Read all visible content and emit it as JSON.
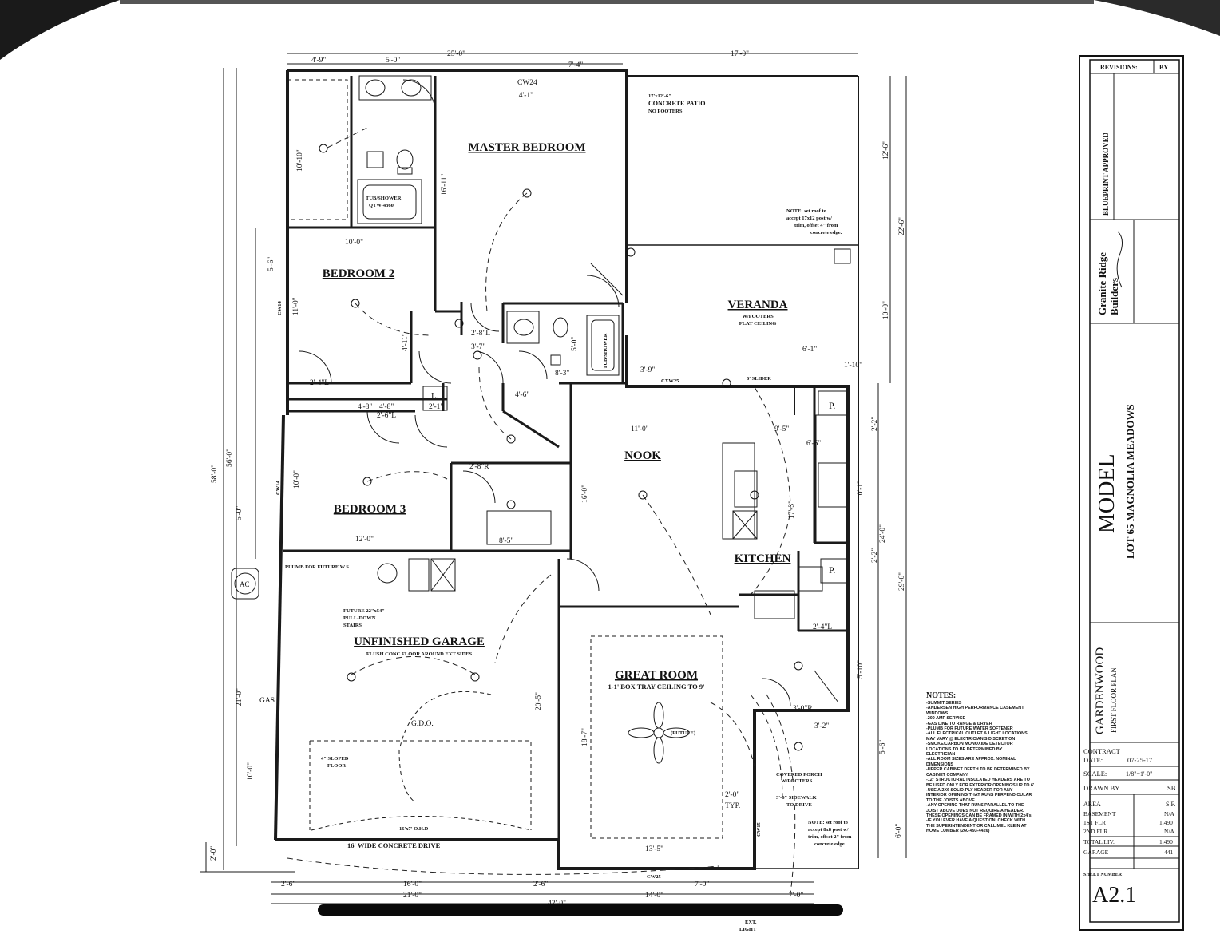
{
  "rooms": {
    "master_bedroom": "MASTER BEDROOM",
    "bedroom2": "BEDROOM 2",
    "bedroom3": "BEDROOM 3",
    "veranda": "VERANDA",
    "veranda_sub1": "W/FOOTERS",
    "veranda_sub2": "FLAT CEILING",
    "nook": "NOOK",
    "kitchen": "KITCHEN",
    "garage": "UNFINISHED GARAGE",
    "garage_sub": "FLUSH CONC FLOOR AROUND EXT SIDES",
    "great_room": "GREAT ROOM",
    "great_room_sub": "1-1' BOX TRAY CEILING TO 9'"
  },
  "labels": {
    "patio1": "17'x12'-6\"",
    "patio2": "CONCRETE PATIO",
    "patio3": "NO FOOTERS",
    "note_veranda1": "NOTE: set roof to",
    "note_veranda2": "accept 17x12 post w/",
    "note_veranda3": "trim, offset 4\" from",
    "note_veranda4": "concrete edge.",
    "cw24": "CW24",
    "cw14a": "CW14",
    "cw14b": "CW14",
    "cw25a": "CXW25",
    "cw25b": "CW25",
    "cw15": "CW15",
    "tub1": "TUB/SHOWER",
    "tub1b": "QTW-4360",
    "tub2": "TUB/SHOWER",
    "slider": "6' SLIDER",
    "gdo": "G.D.O.",
    "gdo_door": "16'x7' O.H.D",
    "drive": "16' WIDE CONCRETE DRIVE",
    "sloped1": "4\" SLOPED",
    "sloped2": "FLOOR",
    "future_stairs1": "FUTURE 22\"x54\"",
    "future_stairs2": "PULL-DOWN",
    "future_stairs3": "STAIRS",
    "future_fan": "(FUTURE)",
    "covered_porch1": "COVERED PORCH",
    "covered_porch2": "W/FOOTERS",
    "sidewalk1": "3'-6\" SIDEWALK",
    "sidewalk2": "TO DRIVE",
    "note_porch1": "NOTE: set roof to",
    "note_porch2": "accept 8x8 post w/",
    "note_porch3": "trim, offset 2\" from",
    "note_porch4": "concrete edge",
    "gas": "GAS",
    "ac": "AC",
    "ext_light1": "EXT.",
    "ext_light2": "LIGHT",
    "typ": "TYP.",
    "pantry1": "P.",
    "pantry2": "P.",
    "linen": "L.",
    "wh": "PLUMB FOR FUTURE W.S."
  },
  "dimensions": {
    "top_overall1": "25'-0\"",
    "top_overall2": "17'-0\"",
    "top_a": "4'-9\"",
    "top_b": "5'-0\"",
    "top_c": "7'-4\"",
    "mb_w": "14'-1\"",
    "mb_h": "16'-11\"",
    "br2_w": "10'-0\"",
    "br2_h": "11'-0\"",
    "br3_w": "12'-0\"",
    "br3_h": "10'-0\"",
    "nook_w": "11'-0\"",
    "nook_h": "16'-0\"",
    "great_w": "13'-5\"",
    "great_h": "18'-7\"",
    "garage_h": "20'-5\"",
    "left_overall1": "58'-0\"",
    "left_overall2": "56'-0\"",
    "left_a": "5'-6\"",
    "left_b": "5'-0\"",
    "left_c": "21'-0\"",
    "left_d": "10'-0\"",
    "left_e": "2'-0\"",
    "right_a": "12'-6\"",
    "right_b": "22'-6\"",
    "right_c": "10'-0\"",
    "right_d": "24'-0\"",
    "right_e": "29'-6\"",
    "right_f": "5'-6\"",
    "right_g": "6'-0\"",
    "right_h": "2'-2\"",
    "right_i": "2'-2\"",
    "bot_a": "2'-6\"",
    "bot_b": "16'-0\"",
    "bot_c": "2'-6\"",
    "bot_d": "7'-0\"",
    "bot_e": "21'-0\"",
    "bot_f": "14'-0\"",
    "bot_g": "7'-0\"",
    "bot_overall": "42'-0\"",
    "kit_a": "9'-5\"",
    "kit_b": "6'-5\"",
    "kit_c": "17'-3\"",
    "kit_d": "10'-1\"",
    "ver_a": "6'-1\"",
    "ver_b": "1'-10\"",
    "misc_a": "4'-6\"",
    "misc_b": "5'-0\"",
    "misc_c": "8'-3\"",
    "misc_d": "3'-9\"",
    "misc_e": "2'-8\"L",
    "misc_f": "2'-4\"L",
    "misc_g": "4'-8\"",
    "misc_h": "2'-6\"L",
    "misc_i": "2'-8\"R",
    "misc_j": "8'-5\"",
    "misc_k": "3'-0\"R",
    "misc_l": "3'-2\"",
    "misc_m": "5'-10\"",
    "misc_n": "2'-0\"",
    "misc_o": "3'-7\"",
    "misc_p": "10'-10\"",
    "misc_q": "4'-11\"",
    "misc_r": "4'-8\"",
    "misc_s": "2'-1\"",
    "misc_t": "2'-4\"L"
  },
  "notes": {
    "title": "NOTES:",
    "lines": [
      "-SUMMIT SERIES",
      "-ANDERSEN HIGH PERFORMANCE CASEMENT",
      " WINDOWS",
      "-200 AMP SERVICE",
      "-GAS LINE TO RANGE & DRYER",
      "-PLUMB FOR FUTURE WATER SOFTENER",
      "-ALL ELECTRICAL OUTLET & LIGHT LOCATIONS",
      " MAY VARY @ ELECTRICIAN'S DISCRETION",
      "-SMOKE/CARBON MONOXIDE DETECTOR",
      " LOCATIONS TO BE DETERMINED BY",
      " ELECTRICIAN",
      "-ALL ROOM SIZES ARE APPROX. NOMINAL",
      " DIMENSIONS",
      "-UPPER CABINET DEPTH TO BE DETERMINED BY",
      " CABINET COMPANY",
      "-12\" STRUCTURAL INSULATED HEADERS ARE TO",
      " BE USED ONLY FOR EXTERIOR OPENINGS UP TO 6'",
      "-USE A 2X6 SOLID-PLY HEADER FOR ANY",
      " INTERIOR OPENING THAT RUNS PERPENDICULAR",
      " TO THE JOISTS ABOVE",
      "-ANY OPENING THAT RUNS PARALLEL TO THE",
      " JOIST ABOVE DOES NOT REQUIRE A HEADER.",
      " THESE OPENINGS CAN BE FRAMED IN WITH 2x4's",
      "-IF YOU EVER HAVE A QUESTION, CHECK WITH",
      " THE SUPERINTENDENT OR CALL MEL KLEIN AT",
      " HOME LUMBER (260-493-4426)"
    ]
  },
  "titleblock": {
    "revisions": "REVISIONS:",
    "by": "BY",
    "approved": "BLUEPRINT APPROVED",
    "company1": "Granite Ridge",
    "company2": "Builders",
    "model": "MODEL",
    "lot": "LOT 65 MAGNOLIA MEADOWS",
    "plan_name": "GARDENWOOD",
    "plan_sub": "FIRST FLOOR PLAN",
    "contract": "CONTRACT",
    "date_label": "DATE:",
    "date_value": "07-25-17",
    "scale_label": "SCALE:",
    "scale_value": "1/8\"=1'-0\"",
    "drawn_label": "DRAWN BY",
    "drawn_value": "SB",
    "area_label": "AREA",
    "area_unit": "S.F.",
    "basement_label": "BASEMENT",
    "basement_value": "N/A",
    "first_label": "1ST FLR",
    "first_value": "1,490",
    "second_label": "2ND FLR",
    "second_value": "N/A",
    "total_label": "TOTAL LIV.",
    "total_value": "1,490",
    "garage_label": "GARAGE",
    "garage_value": "441",
    "sheet_label": "SHEET NUMBER",
    "sheet_value": "A2.1"
  }
}
